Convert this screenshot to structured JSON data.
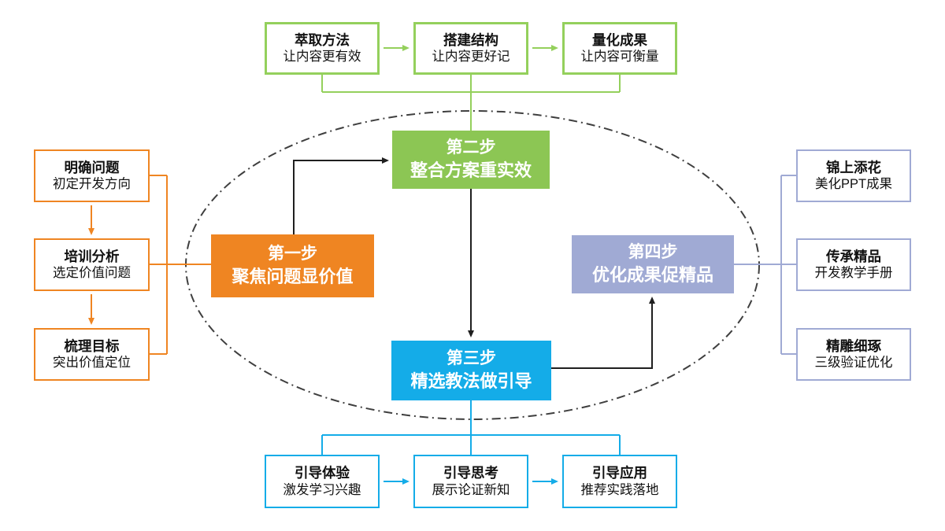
{
  "palette": {
    "green": "#8CC654",
    "green_border": "#94D05C",
    "orange": "#EF8522",
    "blue": "#14ACE8",
    "purple": "#A0AAD4",
    "line_black": "#1F1F1F",
    "ellipse_gray": "#3F3F3F"
  },
  "steps": [
    {
      "label": "第一步",
      "title": "聚焦问题显价值"
    },
    {
      "label": "第二步",
      "title": "整合方案重实效"
    },
    {
      "label": "第三步",
      "title": "精选教法做引导"
    },
    {
      "label": "第四步",
      "title": "优化成果促精品"
    }
  ],
  "top_row": [
    {
      "title": "萃取方法",
      "subtitle": "让内容更有效"
    },
    {
      "title": "搭建结构",
      "subtitle": "让内容更好记"
    },
    {
      "title": "量化成果",
      "subtitle": "让内容可衡量"
    }
  ],
  "left_column": [
    {
      "title": "明确问题",
      "subtitle": "初定开发方向"
    },
    {
      "title": "培训分析",
      "subtitle": "选定价值问题"
    },
    {
      "title": "梳理目标",
      "subtitle": "突出价值定位"
    }
  ],
  "right_column": [
    {
      "title": "锦上添花",
      "subtitle": "美化PPT成果"
    },
    {
      "title": "传承精品",
      "subtitle": "开发教学手册"
    },
    {
      "title": "精雕细琢",
      "subtitle": "三级验证优化"
    }
  ],
  "bottom_row": [
    {
      "title": "引导体验",
      "subtitle": "激发学习兴趣"
    },
    {
      "title": "引导思考",
      "subtitle": "展示论证新知"
    },
    {
      "title": "引导应用",
      "subtitle": "推荐实践落地"
    }
  ]
}
